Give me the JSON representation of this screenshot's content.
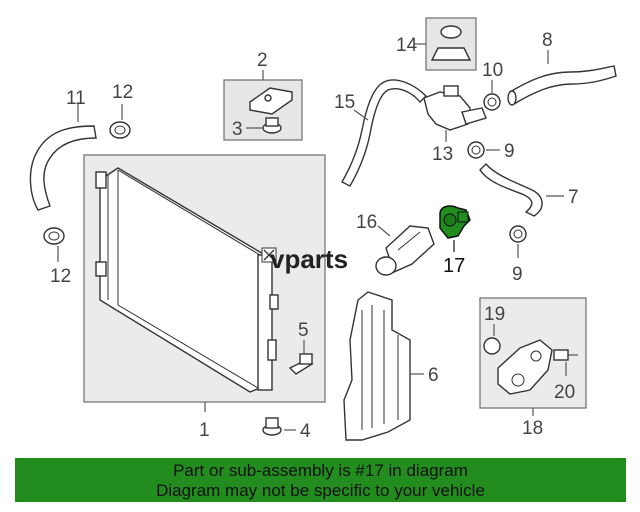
{
  "watermark": "vparts",
  "highlight_color": "#238c1e",
  "callouts": {
    "c1": "1",
    "c2": "2",
    "c3": "3",
    "c4": "4",
    "c5": "5",
    "c6": "6",
    "c7": "7",
    "c8": "8",
    "c9a": "9",
    "c9b": "9",
    "c10": "10",
    "c11": "11",
    "c12a": "12",
    "c12b": "12",
    "c13": "13",
    "c14": "14",
    "c15": "15",
    "c16": "16",
    "c17": "17",
    "c19": "19",
    "c20": "20",
    "c18": "18"
  },
  "banner": {
    "line1": "Part or sub-assembly is #17 in diagram",
    "line2": "Diagram may not be specific to your vehicle"
  }
}
